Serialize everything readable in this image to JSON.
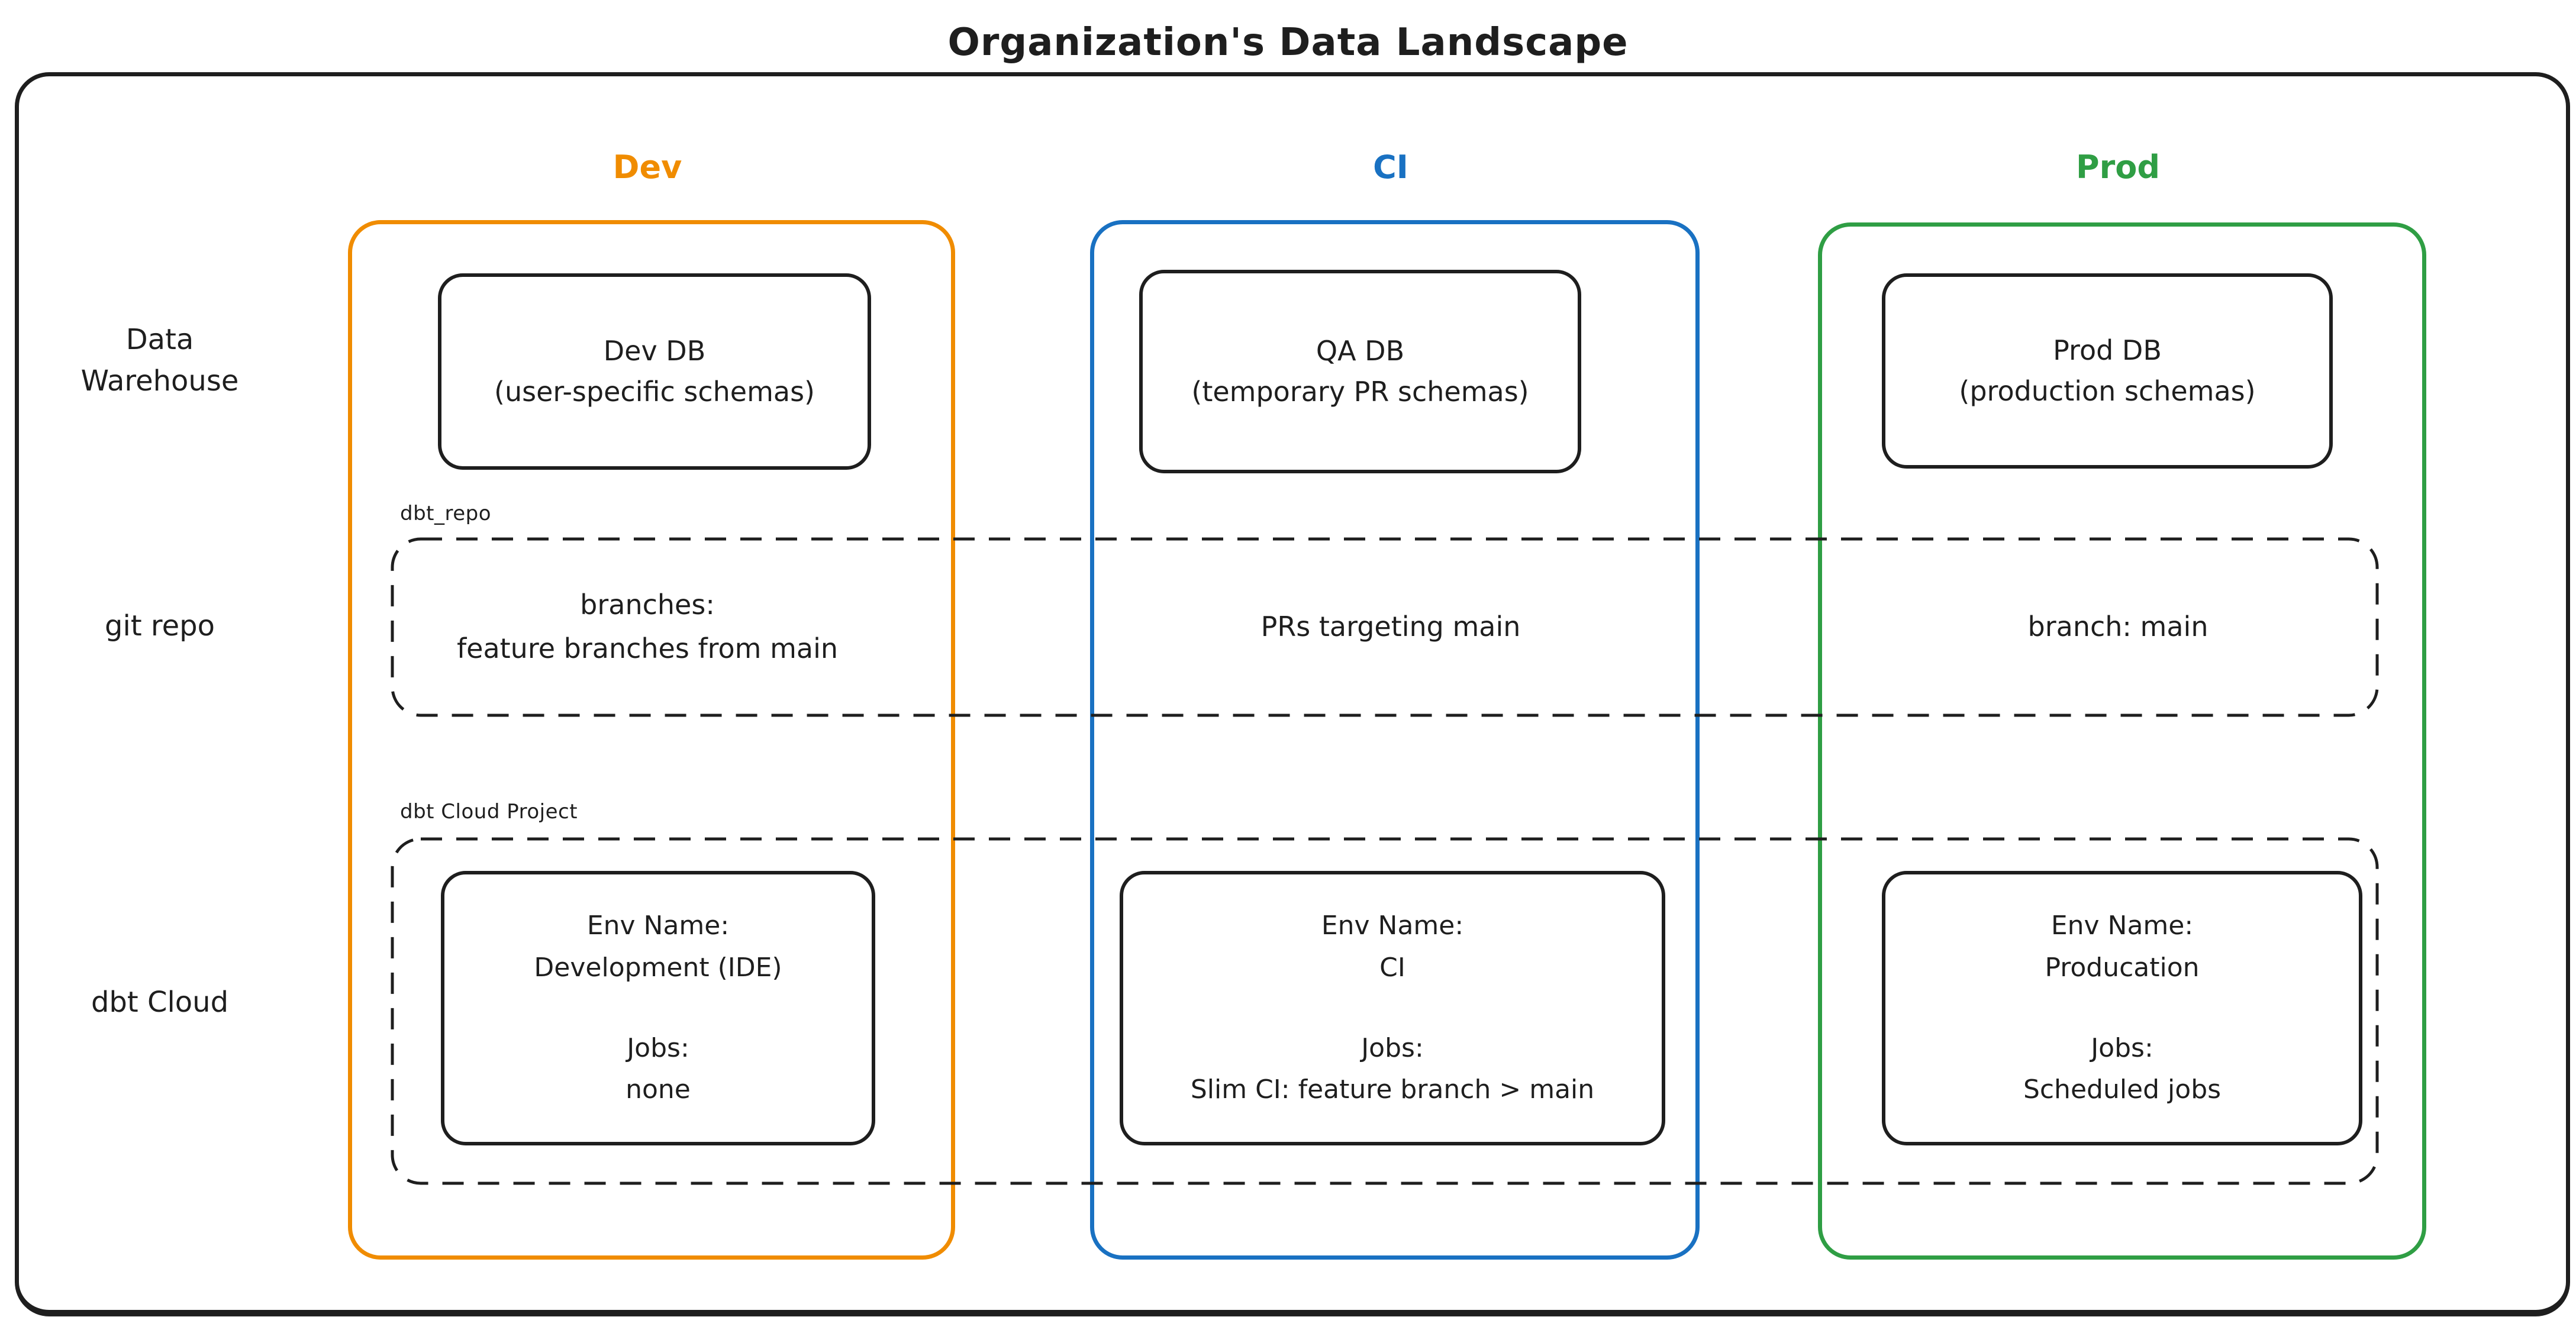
{
  "title": "Organization's Data Landscape",
  "colors": {
    "dev": "#f08c00",
    "ci": "#1971c2",
    "prod": "#2f9e44",
    "ink": "#1e1e1e"
  },
  "row_labels": {
    "warehouse": [
      "Data",
      "Warehouse"
    ],
    "git": "git repo",
    "cloud": "dbt Cloud"
  },
  "group_labels": {
    "git": "dbt_repo",
    "cloud": "dbt Cloud Project"
  },
  "columns": [
    {
      "key": "dev",
      "header": "Dev",
      "color": "#f08c00",
      "db": [
        "Dev DB",
        "(user-specific schemas)"
      ],
      "git": [
        "branches:",
        "feature branches from main"
      ],
      "cloud": {
        "env_label": "Env Name:",
        "env_value": "Development (IDE)",
        "jobs_label": "Jobs:",
        "jobs_value": "none"
      }
    },
    {
      "key": "ci",
      "header": "CI",
      "color": "#1971c2",
      "db": [
        "QA DB",
        "(temporary PR schemas)"
      ],
      "git": [
        "PRs targeting main"
      ],
      "cloud": {
        "env_label": "Env Name:",
        "env_value": "CI",
        "jobs_label": "Jobs:",
        "jobs_value": "Slim CI: feature branch > main"
      }
    },
    {
      "key": "prod",
      "header": "Prod",
      "color": "#2f9e44",
      "db": [
        "Prod DB",
        "(production schemas)"
      ],
      "git": [
        "branch: main"
      ],
      "cloud": {
        "env_label": "Env Name:",
        "env_value": "Producation",
        "jobs_label": "Jobs:",
        "jobs_value": "Scheduled jobs"
      }
    }
  ]
}
